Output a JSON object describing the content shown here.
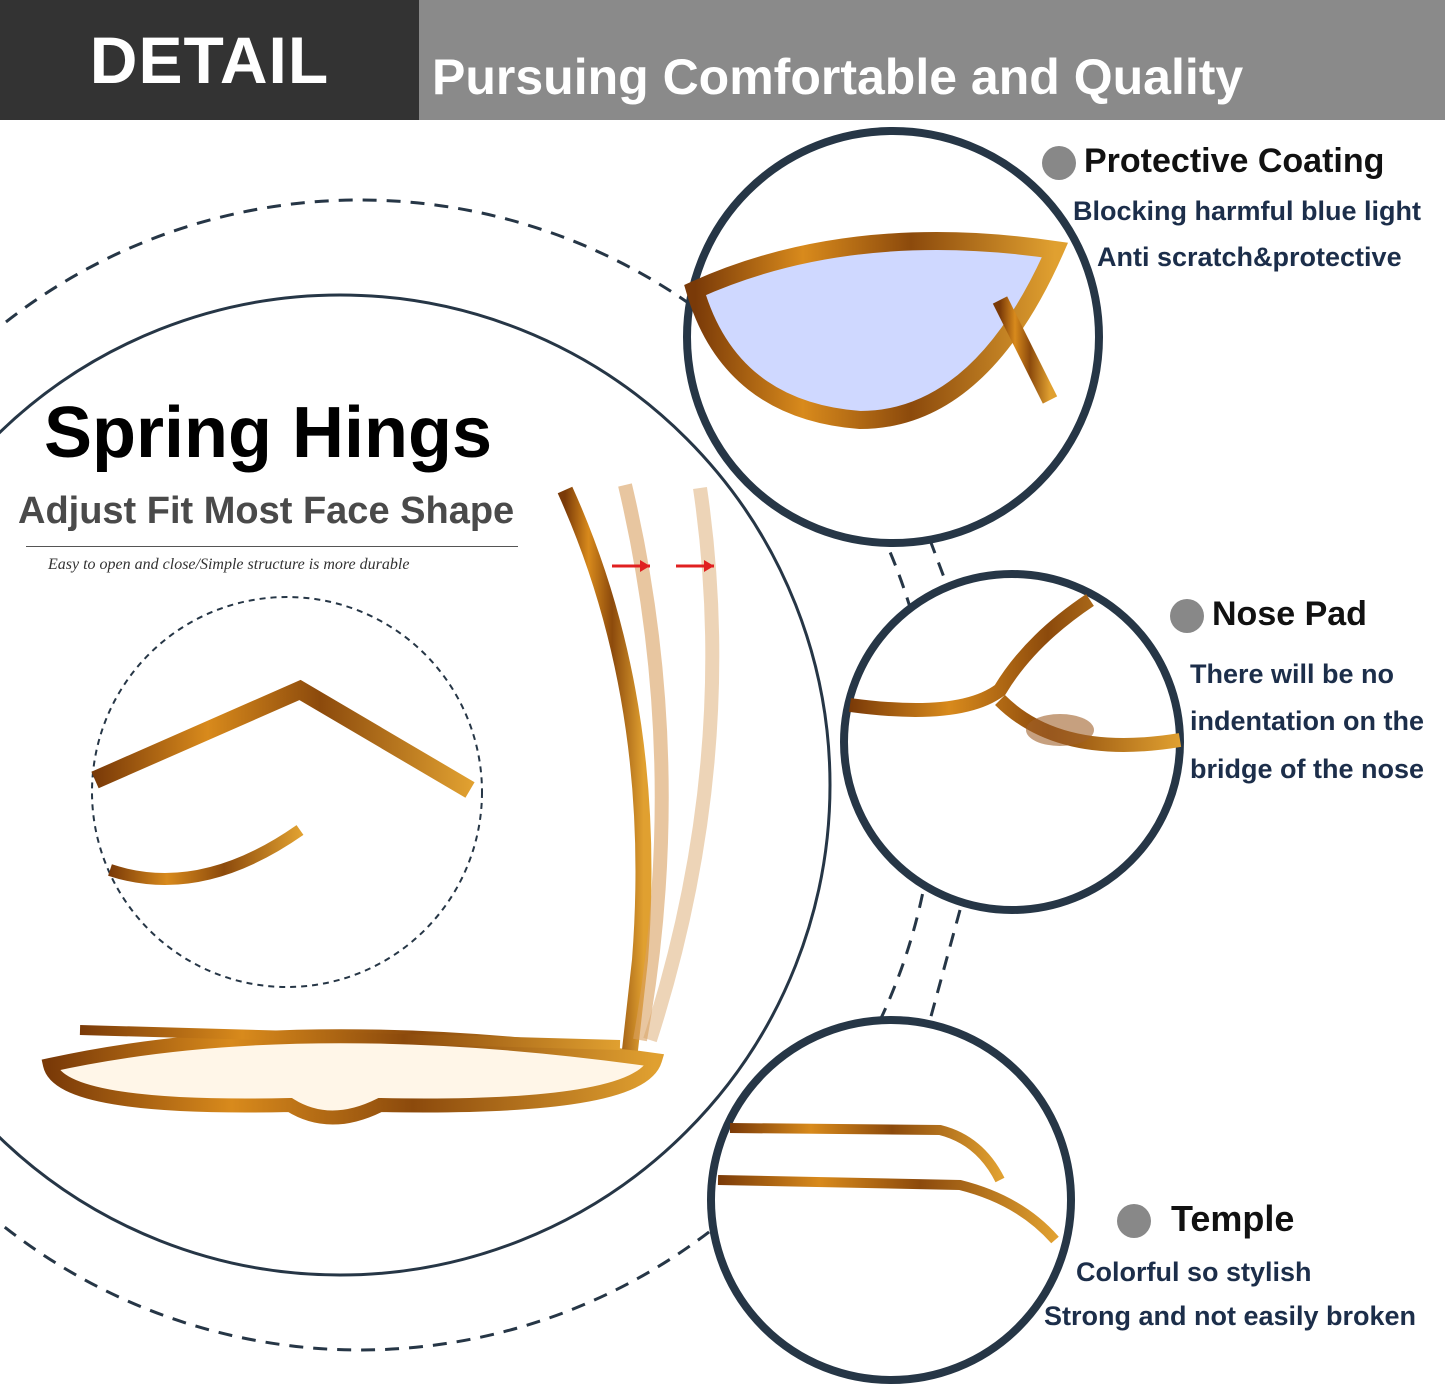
{
  "header": {
    "badge": "DETAIL",
    "tagline": "Pursuing Comfortable and Quality"
  },
  "spring_hinges": {
    "title": "Spring Hings",
    "subtitle": "Adjust Fit Most Face Shape",
    "caption": "Easy to open and close/Simple structure is more durable"
  },
  "features": [
    {
      "title": "Protective Coating",
      "lines": [
        "Blocking harmful blue light",
        "Anti scratch&protective"
      ]
    },
    {
      "title": "Nose Pad",
      "lines": [
        "There will be no",
        "indentation on the",
        "bridge of the nose"
      ]
    },
    {
      "title": "Temple",
      "lines": [
        "Colorful so stylish",
        "Strong and not easily broken"
      ]
    }
  ],
  "colors": {
    "ring": "#263646",
    "text_navy": "#1c2e4a",
    "tortoise": "#b8650f",
    "arrow": "#e02020"
  }
}
